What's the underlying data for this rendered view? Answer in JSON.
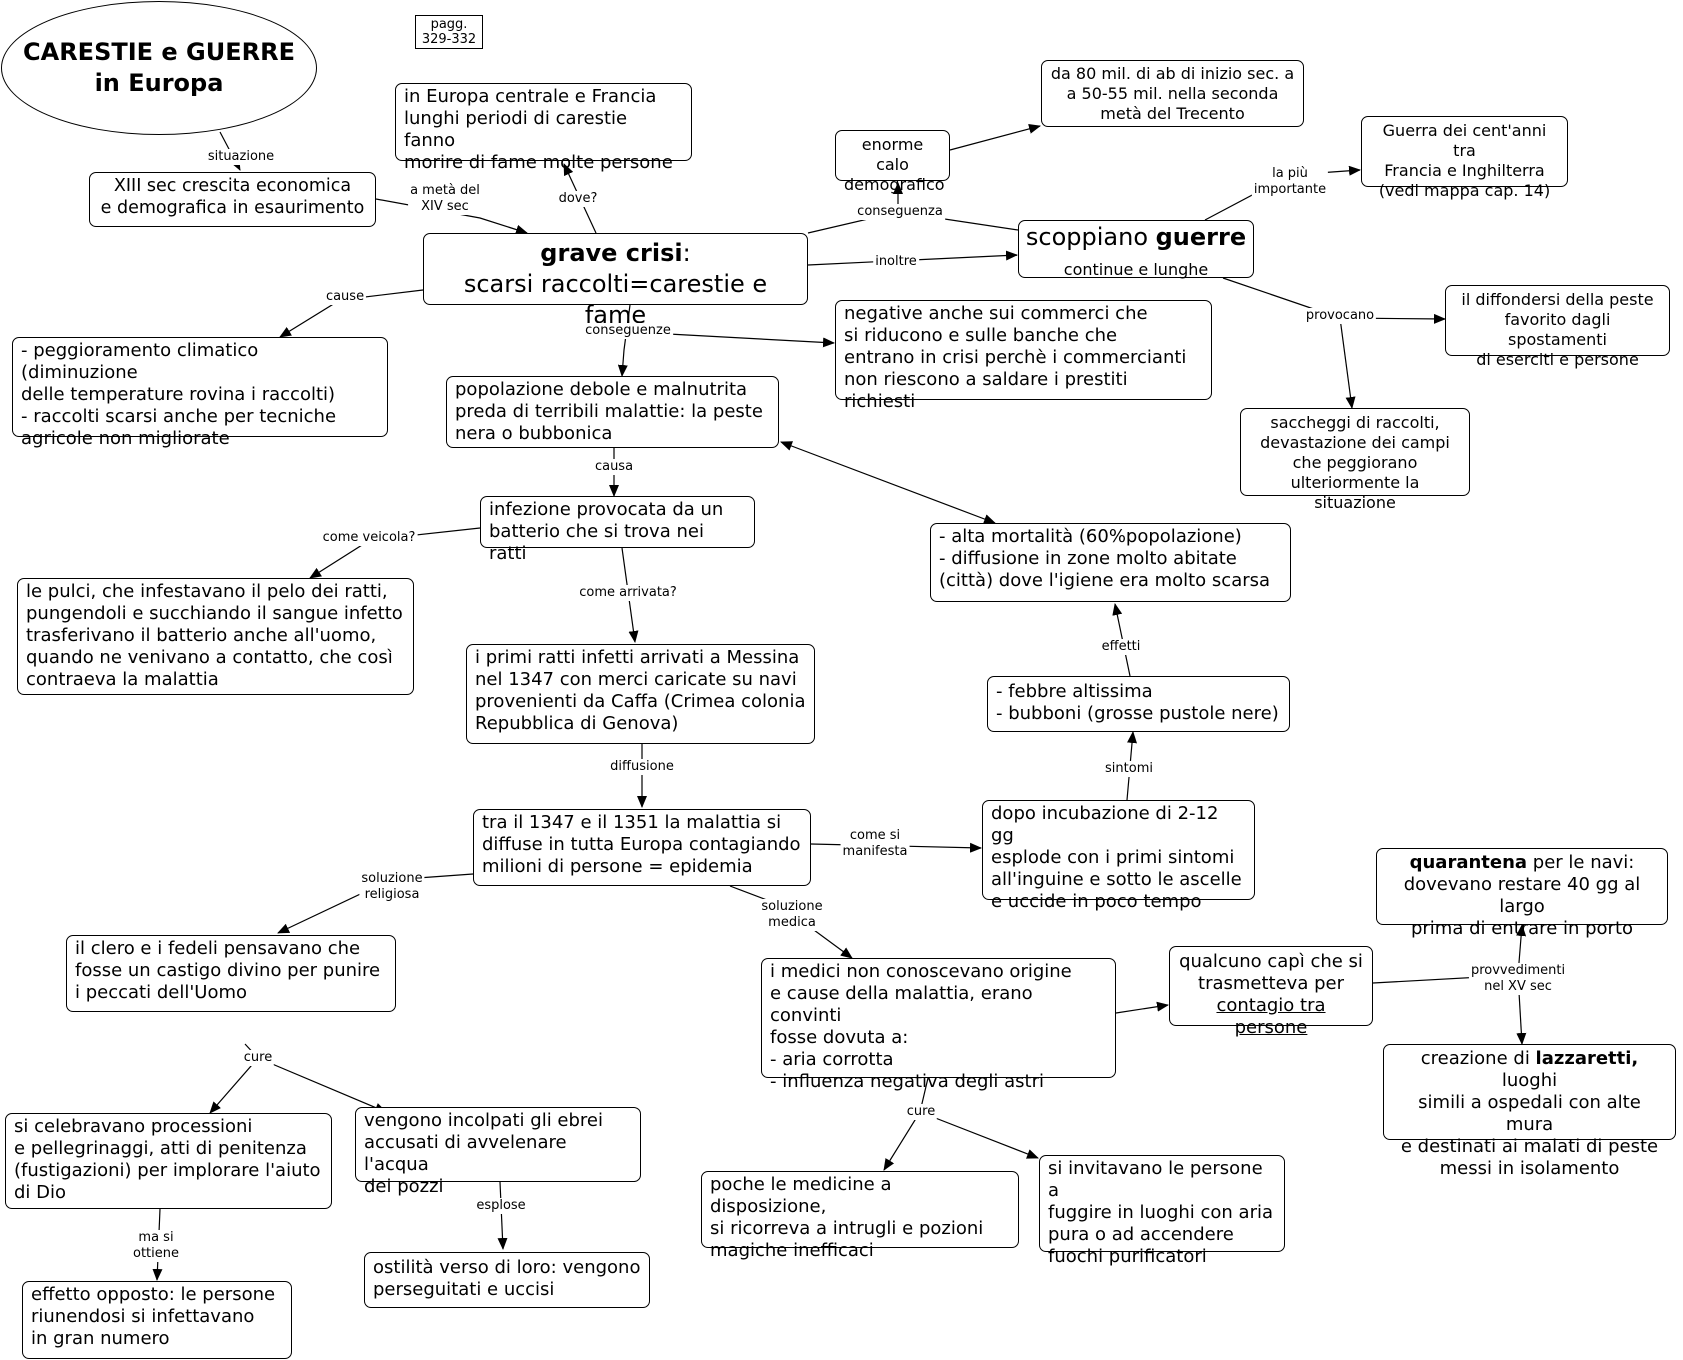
{
  "title": "CARESTIE e GUERRE\nin Europa",
  "pages_ref": "pagg.\n329-332",
  "nodes": {
    "xiii_sec": "XIII sec crescita economica\ne demografica in esaurimento",
    "europa_centrale": "in Europa centrale e Francia\nlunghi periodi di carestie fanno\nmorire di fame molte persone",
    "grave_crisi_bold": "grave crisi",
    "grave_crisi_rest": ":\nscarsi raccolti=carestie e fame",
    "calo_demografico": "enorme calo\ndemografico",
    "da_80_mil": "da 80 mil. di ab di inizio sec. a\na 50-55 mil. nella seconda\nmetà del Trecento",
    "guerra_cent_anni": "Guerra dei cent'anni tra\nFrancia e Inghilterra\n(vedi mappa cap. 14)",
    "scoppiano_pre": "scoppiano ",
    "scoppiano_bold": "guerre",
    "scoppiano_sub": "continue e lunghe",
    "peggioramento": "- peggioramento climatico (diminuzione\ndelle temperature rovina i raccolti)\n- raccolti scarsi anche per tecniche\nagricole non migliorate",
    "negative_commerci": "negative anche sui commerci che\nsi riducono e sulle banche che\nentrano in crisi perchè i commercianti\nnon riescono a saldare i prestiti richiesti",
    "diffondersi_peste": "il diffondersi della peste\nfavorito dagli spostamenti\ndi eserciti e persone",
    "popolazione_debole": "popolazione debole e malnutrita\npreda di terribili malattie: la peste\nnera o bubbonica",
    "saccheggi": "saccheggi di raccolti,\ndevastazione dei campi\nche peggiorano\nulteriormente la situazione",
    "infezione": "infezione provocata da un\nbatterio che si trova nei ratti",
    "alta_mortalita": "- alta mortalità (60%popolazione)\n- diffusione in zone molto abitate\n  (città) dove l'igiene era molto scarsa",
    "pulci": "le pulci, che infestavano il pelo dei ratti,\npungendoli e succhiando il sangue infetto\ntrasferivano il batterio anche all'uomo,\nquando ne venivano a contatto, che così\ncontraeva la malattia",
    "primi_ratti": "i primi ratti infetti arrivati a Messina\nnel 1347 con merci caricate su navi\nprovenienti da Caffa (Crimea colonia\nRepubblica di Genova)",
    "febbre": "- febbre altissima\n- bubboni (grosse pustole nere)",
    "tra_1347": "tra il 1347 e il 1351 la malattia si\ndiffuse in tutta Europa contagiando\nmilioni di persone = epidemia",
    "dopo_incubazione": "dopo incubazione di 2-12 gg\nesplode con i primi sintomi\nall'inguine e sotto le ascelle\ne uccide in poco tempo",
    "quarantena_bold": "quarantena",
    "quarantena_rest": " per le navi:\ndovevano restare 40 gg al largo\nprima di entrare in porto",
    "clero": "il clero e i fedeli pensavano che\nfosse un castigo divino per punire\ni peccati dell'Uomo",
    "medici": "i medici non conoscevano origine\ne cause della malattia, erano convinti\nfosse dovuta a:\n- aria corrotta\n- influenza negativa degli astri",
    "qualcuno_pre": "qualcuno capì che si\ntrasmetteva per\n",
    "qualcuno_u": "contagio tra persone",
    "lazzaretti_pre": "creazione di ",
    "lazzaretti_bold": "lazzaretti,",
    "lazzaretti_rest": " luoghi\nsimili a ospedali con alte mura\ne destinati ai malati di peste\nmessi in isolamento",
    "processioni": "si celebravano processioni\ne pellegrinaggi, atti di penitenza\n(fustigazioni) per implorare l'aiuto\ndi Dio",
    "ebrei": "vengono incolpati gli ebrei\naccusati di avvelenare l'acqua\ndei pozzi",
    "poche_medicine": "poche le medicine a disposizione,\nsi ricorreva a intrugli e pozioni\nmagiche inefficaci",
    "invitavano": "si invitavano le persone a\nfuggire in luoghi con aria\npura o ad accendere\nfuochi purificatori",
    "effetto_opposto": "effetto opposto: le persone\nriunendosi si infettavano\nin gran numero",
    "ostilita": "ostilità verso di loro: vengono\nperseguitati e uccisi"
  },
  "links": {
    "situazione": "situazione",
    "a_meta": "a metà del\nXIV sec",
    "dove": "dove?",
    "conseguenza": "conseguenza",
    "la_piu": "la più\nimportante",
    "inoltre": "inoltre",
    "cause": "cause",
    "conseguenze": "conseguenze",
    "provocano": "provocano",
    "causa": "causa",
    "come_veicola": "come veicola?",
    "come_arrivata": "come arrivata?",
    "effetti": "effetti",
    "diffusione": "diffusione",
    "sintomi": "sintomi",
    "come_si_manifesta": "come si\nmanifesta",
    "soluzione_religiosa": "soluzione\nreligiosa",
    "soluzione_medica": "soluzione\nmedica",
    "provvedimenti": "provvedimenti\nnel XV sec",
    "cure_1": "cure",
    "cure_2": "cure",
    "ma_si_ottiene": "ma si\nottiene",
    "esplose": "esplose"
  }
}
